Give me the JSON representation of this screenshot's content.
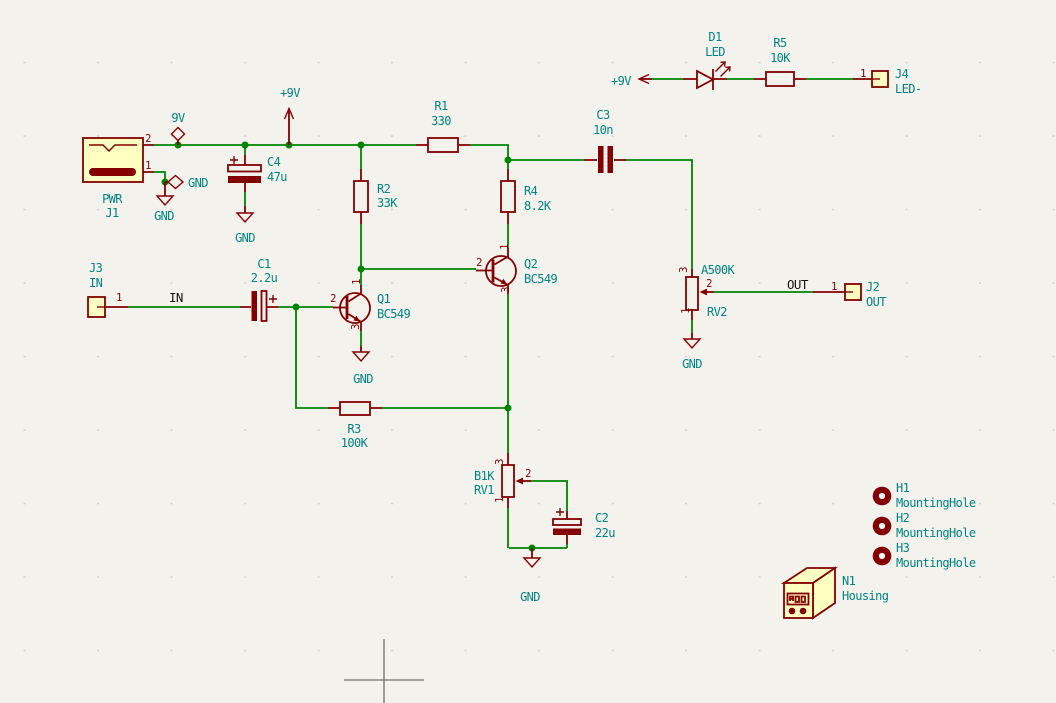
{
  "editor": {
    "kind": "schematic-canvas"
  },
  "colors": {
    "background": "#F4F2EC",
    "wire": "#008400",
    "symbol": "#840000",
    "field_text": "#008484",
    "net_label": "#141414",
    "connector_fill": "#FFFFC2"
  },
  "nets": {
    "in": "IN",
    "out": "OUT",
    "p9v": "+9V",
    "flag_9v": "9V",
    "gnd": "GND"
  },
  "components": {
    "J1": {
      "ref": "J1",
      "value": "PWR",
      "pins": {
        "p1": "1",
        "p2": "2"
      }
    },
    "J2": {
      "ref": "J2",
      "value": "OUT",
      "pins": {
        "p1": "1"
      }
    },
    "J3": {
      "ref": "J3",
      "value": "IN",
      "pins": {
        "p1": "1"
      }
    },
    "J4": {
      "ref": "J4",
      "value": "LED-",
      "pins": {
        "p1": "1"
      }
    },
    "R1": {
      "ref": "R1",
      "value": "330"
    },
    "R2": {
      "ref": "R2",
      "value": "33K"
    },
    "R3": {
      "ref": "R3",
      "value": "100K"
    },
    "R4": {
      "ref": "R4",
      "value": "8.2K"
    },
    "R5": {
      "ref": "R5",
      "value": "10K"
    },
    "C1": {
      "ref": "C1",
      "value": "2.2u",
      "polarity": "+"
    },
    "C2": {
      "ref": "C2",
      "value": "22u",
      "polarity": "+"
    },
    "C3": {
      "ref": "C3",
      "value": "10n"
    },
    "C4": {
      "ref": "C4",
      "value": "47u",
      "polarity": "+"
    },
    "D1": {
      "ref": "D1",
      "value": "LED"
    },
    "Q1": {
      "ref": "Q1",
      "value": "BC549",
      "pins": {
        "p1": "1",
        "p2": "2",
        "p3": "3"
      }
    },
    "Q2": {
      "ref": "Q2",
      "value": "BC549",
      "pins": {
        "p1": "1",
        "p2": "2",
        "p3": "3"
      }
    },
    "RV1": {
      "ref": "RV1",
      "value": "B1K",
      "pins": {
        "p1": "1",
        "p2": "2",
        "p3": "3"
      }
    },
    "RV2": {
      "ref": "RV2",
      "value": "A500K",
      "pins": {
        "p1": "1",
        "p2": "2",
        "p3": "3"
      }
    },
    "H1": {
      "ref": "H1",
      "value": "MountingHole"
    },
    "H2": {
      "ref": "H2",
      "value": "MountingHole"
    },
    "H3": {
      "ref": "H3",
      "value": "MountingHole"
    },
    "N1": {
      "ref": "N1",
      "value": "Housing"
    }
  }
}
